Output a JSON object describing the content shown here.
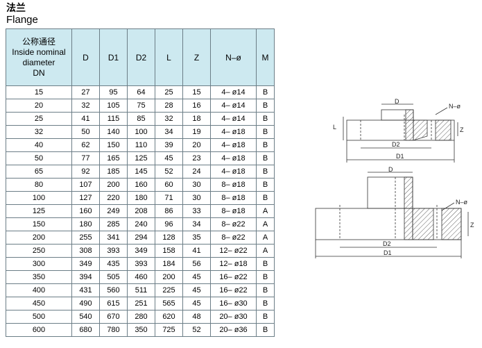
{
  "title": {
    "zh": "法兰",
    "en": "Flange"
  },
  "table": {
    "header_dn": [
      "公称通径",
      "Inside nominal",
      "diameter",
      "DN"
    ],
    "headers": [
      "D",
      "D1",
      "D2",
      "L",
      "Z",
      "N–ø",
      "M"
    ],
    "rows": [
      [
        "15",
        "27",
        "95",
        "64",
        "25",
        "15",
        "4– ø14",
        "B"
      ],
      [
        "20",
        "32",
        "105",
        "75",
        "28",
        "16",
        "4– ø14",
        "B"
      ],
      [
        "25",
        "41",
        "115",
        "85",
        "32",
        "18",
        "4– ø14",
        "B"
      ],
      [
        "32",
        "50",
        "140",
        "100",
        "34",
        "19",
        "4– ø18",
        "B"
      ],
      [
        "40",
        "62",
        "150",
        "110",
        "39",
        "20",
        "4– ø18",
        "B"
      ],
      [
        "50",
        "77",
        "165",
        "125",
        "45",
        "23",
        "4– ø18",
        "B"
      ],
      [
        "65",
        "92",
        "185",
        "145",
        "52",
        "24",
        "4– ø18",
        "B"
      ],
      [
        "80",
        "107",
        "200",
        "160",
        "60",
        "30",
        "8– ø18",
        "B"
      ],
      [
        "100",
        "127",
        "220",
        "180",
        "71",
        "30",
        "8– ø18",
        "B"
      ],
      [
        "125",
        "160",
        "249",
        "208",
        "86",
        "33",
        "8– ø18",
        "A"
      ],
      [
        "150",
        "180",
        "285",
        "240",
        "96",
        "34",
        "8– ø22",
        "A"
      ],
      [
        "200",
        "255",
        "341",
        "294",
        "128",
        "35",
        "8– ø22",
        "A"
      ],
      [
        "250",
        "308",
        "393",
        "349",
        "158",
        "41",
        "12– ø22",
        "A"
      ],
      [
        "300",
        "349",
        "435",
        "393",
        "184",
        "56",
        "12– ø18",
        "B"
      ],
      [
        "350",
        "394",
        "505",
        "460",
        "200",
        "45",
        "16– ø22",
        "B"
      ],
      [
        "400",
        "431",
        "560",
        "511",
        "225",
        "45",
        "16– ø22",
        "B"
      ],
      [
        "450",
        "490",
        "615",
        "251",
        "565",
        "45",
        "16– ø30",
        "B"
      ],
      [
        "500",
        "540",
        "670",
        "280",
        "620",
        "48",
        "20– ø30",
        "B"
      ],
      [
        "600",
        "680",
        "780",
        "350",
        "725",
        "52",
        "20– ø36",
        "B"
      ]
    ]
  },
  "drawing_a": {
    "d": "D",
    "n": "N–ø",
    "l": "L",
    "z": "Z",
    "d2": "D2",
    "d1": "D1"
  },
  "drawing_b": {
    "d": "D",
    "n": "N–ø",
    "z": "Z",
    "d2": "D2",
    "d1": "D1"
  }
}
